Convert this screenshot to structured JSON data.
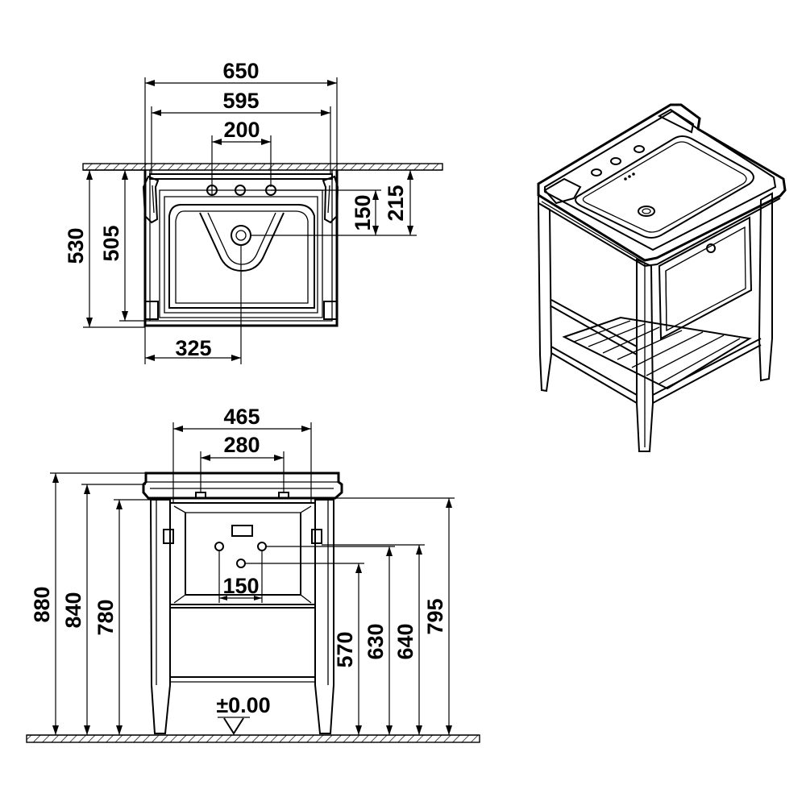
{
  "top_view": {
    "dims": {
      "width_overall": "650",
      "width_basin": "595",
      "tap_spacing": "200",
      "depth_overall": "530",
      "depth_basin": "505",
      "tap_to_drain": "150",
      "wall_to_drain": "215",
      "side_to_drain": "325"
    }
  },
  "front_view": {
    "dims": {
      "leg_spacing": "465",
      "tap_spacing": "280",
      "bracket_spacing": "150",
      "height_total": "880",
      "height_basin_rim": "840",
      "height_frame": "780",
      "height_waste_low": "570",
      "height_waste_mid": "630",
      "height_waste_high": "640",
      "height_mount": "795",
      "floor_level": "±0.00"
    }
  }
}
